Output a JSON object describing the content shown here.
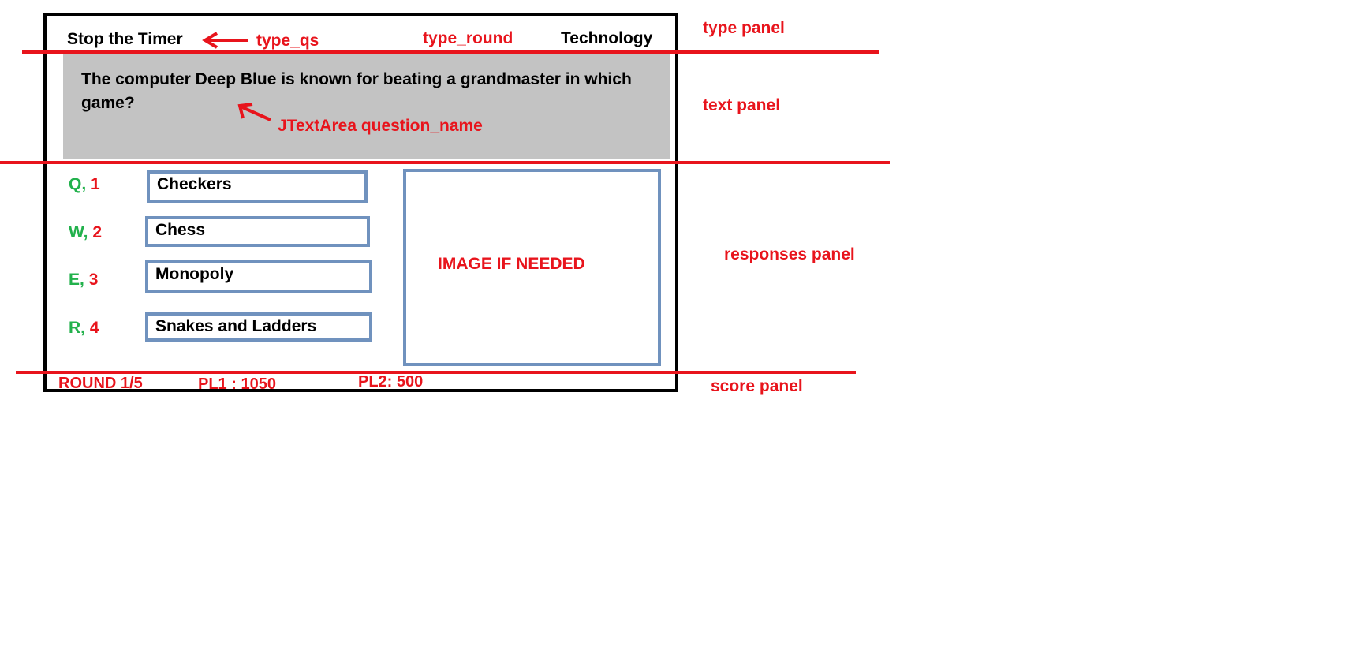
{
  "type_panel": {
    "game_type": "Stop the Timer",
    "type_qs_label": "type_qs",
    "type_round_label": "type_round",
    "category": "Technology",
    "panel_label": "type panel"
  },
  "text_panel": {
    "question": "The computer Deep Blue is known for beating a grandmaster in which game?",
    "component_label": "JTextArea question_name",
    "panel_label": "text panel"
  },
  "responses_panel": {
    "answers": [
      {
        "letter": "Q,",
        "number": "1",
        "text": "Checkers"
      },
      {
        "letter": "W,",
        "number": "2",
        "text": "Chess"
      },
      {
        "letter": "E,",
        "number": "3",
        "text": "Monopoly"
      },
      {
        "letter": "R,",
        "number": "4",
        "text": "Snakes and Ladders"
      }
    ],
    "image_placeholder": "IMAGE IF NEEDED",
    "panel_label": "responses panel"
  },
  "score_panel": {
    "round": "ROUND 1/5",
    "pl1": "PL1 : 1050",
    "pl2": "PL2: 500",
    "panel_label": "score panel"
  },
  "colors": {
    "annotation_red": "#e8141c",
    "key_green": "#22b14c",
    "box_border_blue": "#7092be",
    "question_bg_gray": "#c3c3c3"
  }
}
